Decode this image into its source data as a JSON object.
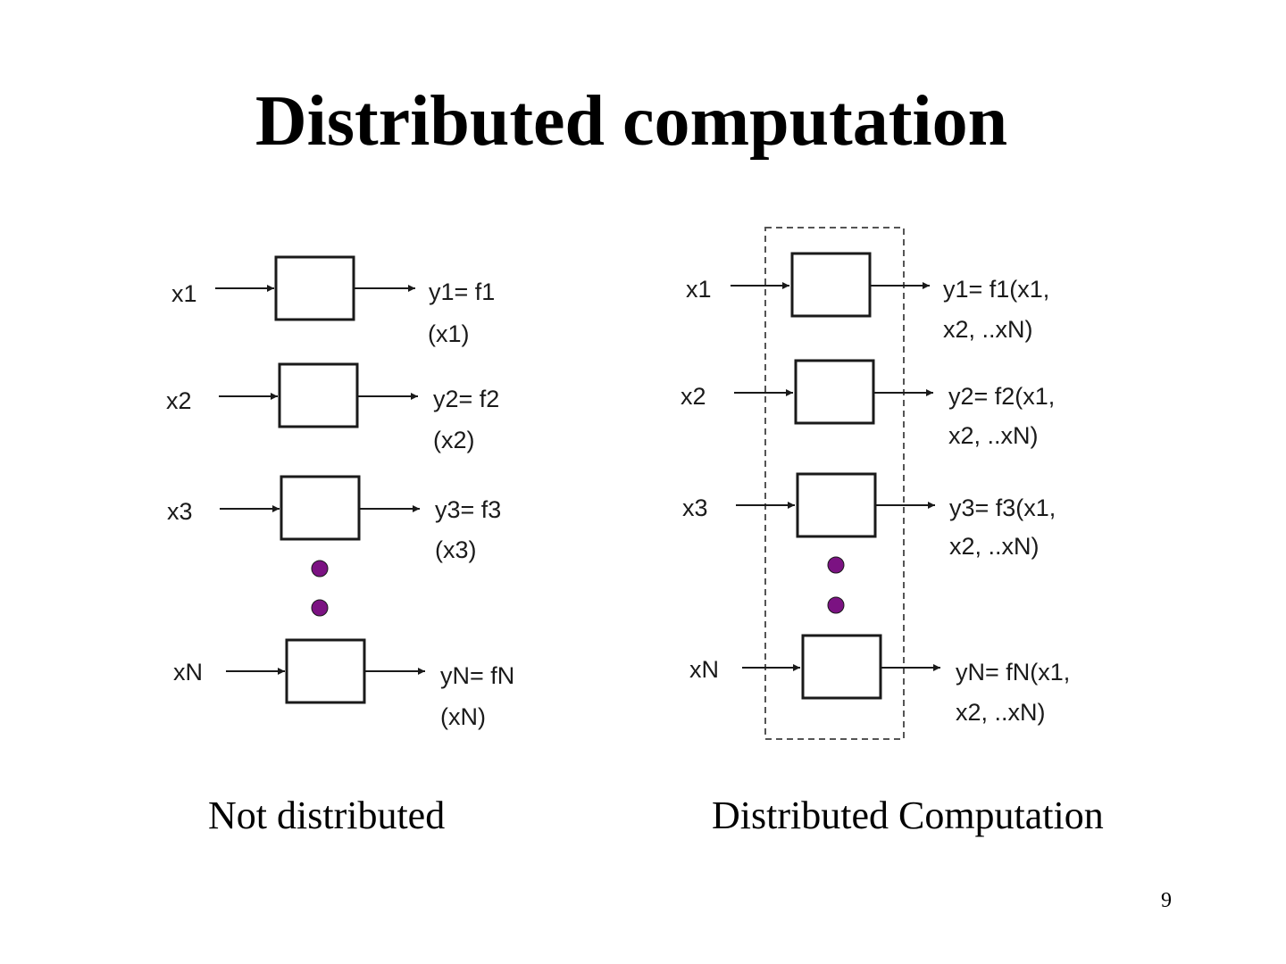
{
  "slide": {
    "title": "Distributed computation",
    "page_number": "9"
  },
  "left_diagram": {
    "caption": "Not distributed",
    "rows": [
      {
        "input": "x1",
        "output_line1": "y1= f1",
        "output_line2": "(x1)"
      },
      {
        "input": "x2",
        "output_line1": "y2= f2",
        "output_line2": "(x2)"
      },
      {
        "input": "x3",
        "output_line1": "y3= f3",
        "output_line2": "(x3)"
      },
      {
        "input": "xN",
        "output_line1": "yN= fN",
        "output_line2": "(xN)"
      }
    ]
  },
  "right_diagram": {
    "caption": "Distributed Computation",
    "rows": [
      {
        "input": "x1",
        "output_line1": "y1= f1(x1,",
        "output_line2": "x2, ..xN)"
      },
      {
        "input": "x2",
        "output_line1": "y2= f2(x1,",
        "output_line2": "x2, ..xN)"
      },
      {
        "input": "x3",
        "output_line1": "y3= f3(x1,",
        "output_line2": "x2, ..xN)"
      },
      {
        "input": "xN",
        "output_line1": "yN= fN(x1,",
        "output_line2": "x2, ..xN)"
      }
    ]
  },
  "colors": {
    "ellipsis_dot": "#7b1282",
    "stroke": "#1a1a1a",
    "dashed_frame": "#555555"
  }
}
